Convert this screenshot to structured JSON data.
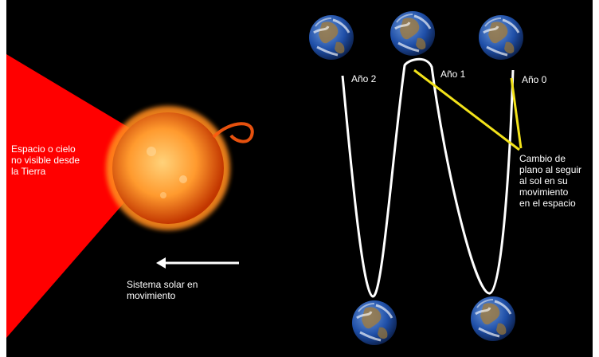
{
  "scene": {
    "colors": {
      "background": "#000000",
      "blind_zone": "#ff0000",
      "sun_core": "#ffa43a",
      "sun_edge": "#c23600",
      "orbit_path": "#ffffff",
      "plane_change_lines": "#f2e21a",
      "earth_ocean": "#1f4fa8",
      "earth_land": "#9a7a45",
      "earth_cloud": "#ffffff"
    }
  },
  "labels": {
    "blind_zone": "Espacio o cielo\nno visible desde\nla Tierra",
    "year_2": "Año 2",
    "year_1": "Año 1",
    "year_0": "Año 0",
    "plane_change": "Cambio de\nplano al seguir\nal sol en su\nmovimiento\nen el espacio",
    "solar_motion": "Sistema solar en\nmovimiento"
  },
  "icons": {
    "sun": "sun-icon",
    "earth": "earth-globe-icon",
    "motion_arrow": "arrow-left-icon"
  }
}
